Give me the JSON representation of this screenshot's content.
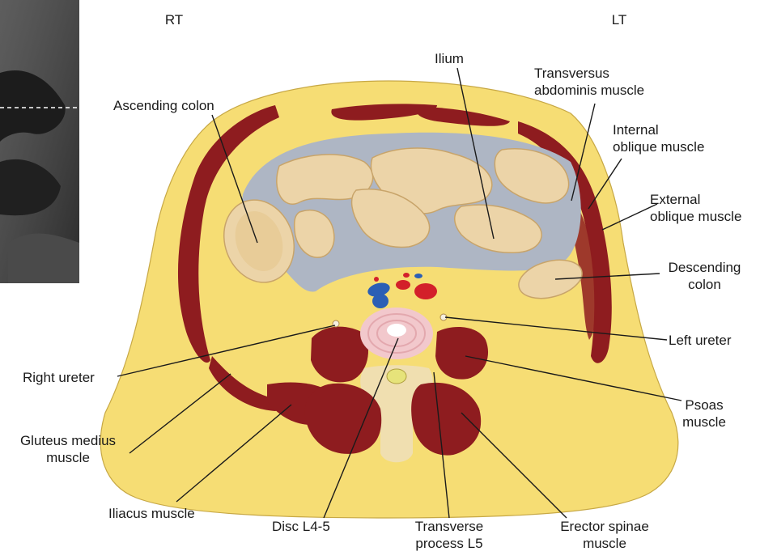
{
  "orientation": {
    "right": "RT",
    "left": "LT"
  },
  "colors": {
    "fat": "#f6dd74",
    "muscle": "#8e1c1f",
    "bowel": "#ecd4a8",
    "peritoneal": "#aeb6c4",
    "disc": "#f2c8cc",
    "artery": "#d3202a",
    "vein": "#2b5fb5",
    "bone": "#f0dfb0"
  },
  "labels": {
    "ilium": "Ilium",
    "transversus": "Transversus\nabdominis muscle",
    "ascending_colon": "Ascending colon",
    "internal_oblique": "Internal\noblique muscle",
    "external_oblique": "External\noblique muscle",
    "descending_colon": "Descending\ncolon",
    "left_ureter": "Left ureter",
    "right_ureter": "Right ureter",
    "psoas": "Psoas\nmuscle",
    "gluteus_medius": "Gluteus medius\nmuscle",
    "iliacus": "Iliacus muscle",
    "disc": "Disc L4-5",
    "transverse_process": "Transverse\nprocess L5",
    "erector_spinae": "Erector spinae\nmuscle"
  }
}
